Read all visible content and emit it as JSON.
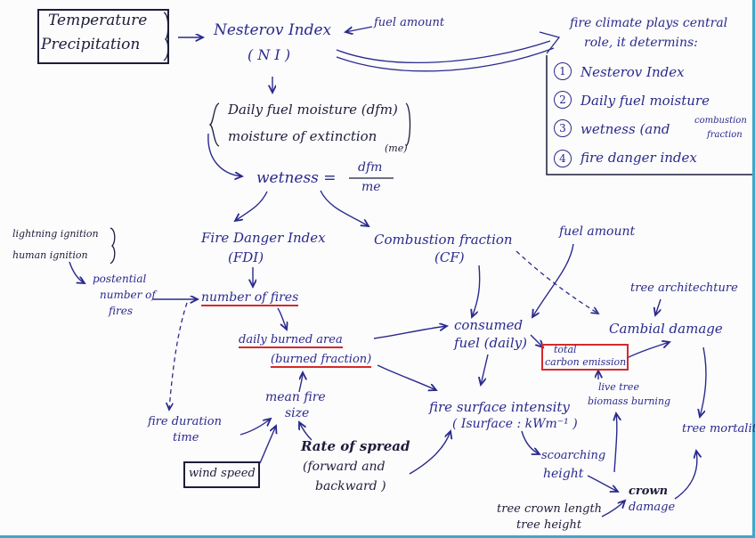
{
  "nodes": {
    "temperature": "Temperature",
    "precipitation": "Precipitation",
    "nesterov_index": "Nesterov Index",
    "ni": "( N I )",
    "fuel_amount_top": "fuel amount",
    "daily_fuel_moisture": "Daily fuel moisture (dfm)",
    "moisture_extinction": "moisture of extinction",
    "me": "(me)",
    "wetness": "wetness =",
    "dfm": "dfm",
    "me_denominator": "me",
    "fire_danger_index": "Fire Danger Index",
    "fdi": "(FDI)",
    "combustion_fraction": "Combustion fraction",
    "cf": "(CF)",
    "fuel_amount_mid": "fuel amount",
    "lightning_ignition": "lightning ignition",
    "human_ignition": "human ignition",
    "potential_1": "postential",
    "potential_2": "number of",
    "potential_3": "fires",
    "number_of_fires": "number of fires",
    "daily_burned_area": "daily burned area",
    "burned_fraction": "(burned fraction)",
    "consumed_fuel_1": "consumed",
    "consumed_fuel_2": "fuel (daily)",
    "total_carbon_1": "total",
    "total_carbon_2": "carbon emission",
    "tree_architecture": "tree architechture",
    "cambial_damage": "Cambial damage",
    "live_tree_1": "live tree",
    "live_tree_2": "biomass burning",
    "mean_fire_1": "mean fire",
    "mean_fire_2": "size",
    "fire_surface_1": "fire surface intensity",
    "fire_surface_2": "( Isurface : kWm⁻¹ )",
    "fire_duration_1": "fire duration",
    "fire_duration_2": "time",
    "tree_mortality": "tree mortality",
    "rate_of_spread_1": "Rate of spread",
    "rate_of_spread_2": "(forward and",
    "rate_of_spread_3": "backward )",
    "wind_speed": "wind speed",
    "scorching_1": "scoarching",
    "scorching_2": "height",
    "crown_1": "crown",
    "crown_2": "damage",
    "tree_crown_length": "tree crown length",
    "tree_height": "tree height"
  },
  "climate_note": {
    "line1": "fire climate plays central",
    "line2": "role, it determins:",
    "items": [
      {
        "num": "1",
        "label": "Nesterov Index"
      },
      {
        "num": "2",
        "label": "Daily fuel moisture"
      },
      {
        "num": "3",
        "label": "wetness (and",
        "extra1": "combustion",
        "extra2": "fraction"
      },
      {
        "num": "4",
        "label": "fire danger index"
      }
    ]
  },
  "colors": {
    "ink": "#2a2a8c",
    "highlight": "#d42a2a",
    "frame": "#3fa7c9"
  }
}
